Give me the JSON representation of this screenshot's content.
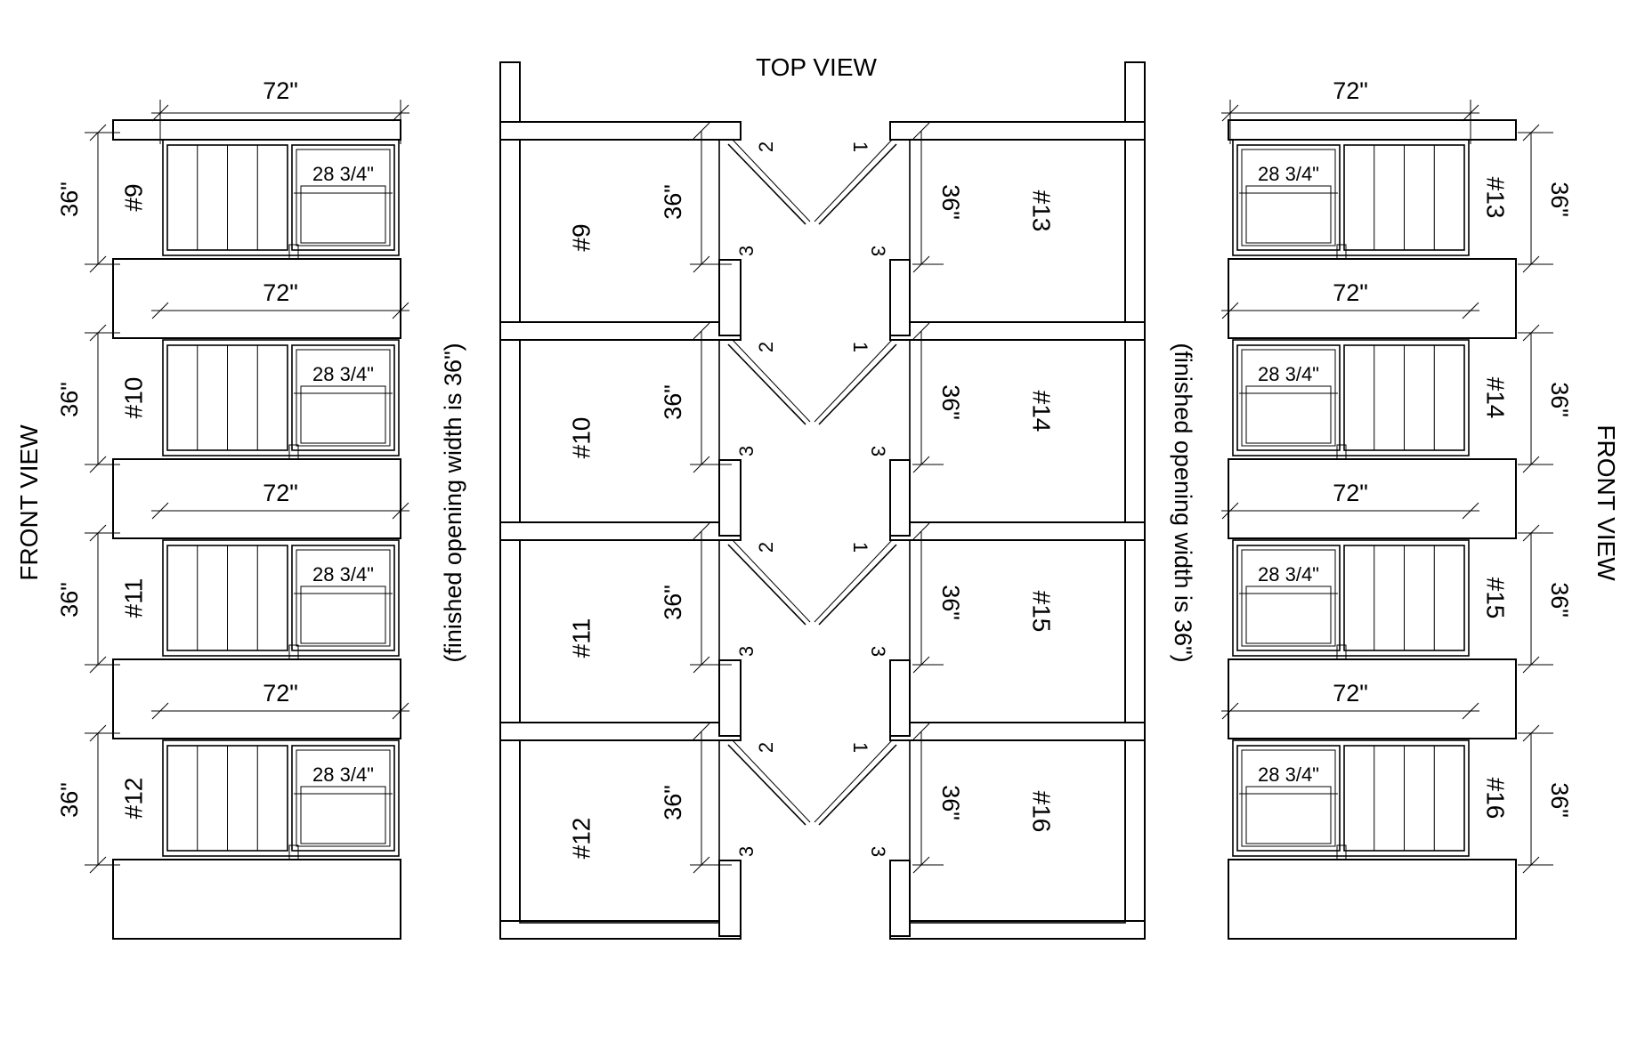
{
  "view_labels": {
    "top_view": "TOP VIEW",
    "front_view_left": "FRONT VIEW",
    "front_view_right": "FRONT VIEW"
  },
  "notes": {
    "opening_left": "(finished opening width is 36\")",
    "opening_right": "(finished opening width is 36\")"
  },
  "dimensions": {
    "wall_width": "72\"",
    "opening_height": "36\"",
    "panel_width": "28 3/4\""
  },
  "door_markers": {
    "one": "1",
    "two": "2",
    "three": "3"
  },
  "left_units": [
    {
      "label": "#9"
    },
    {
      "label": "#10"
    },
    {
      "label": "#11"
    },
    {
      "label": "#12"
    }
  ],
  "right_units": [
    {
      "label": "#13"
    },
    {
      "label": "#14"
    },
    {
      "label": "#15"
    },
    {
      "label": "#16"
    }
  ],
  "colors": {
    "line": "#000000",
    "background": "#ffffff"
  }
}
